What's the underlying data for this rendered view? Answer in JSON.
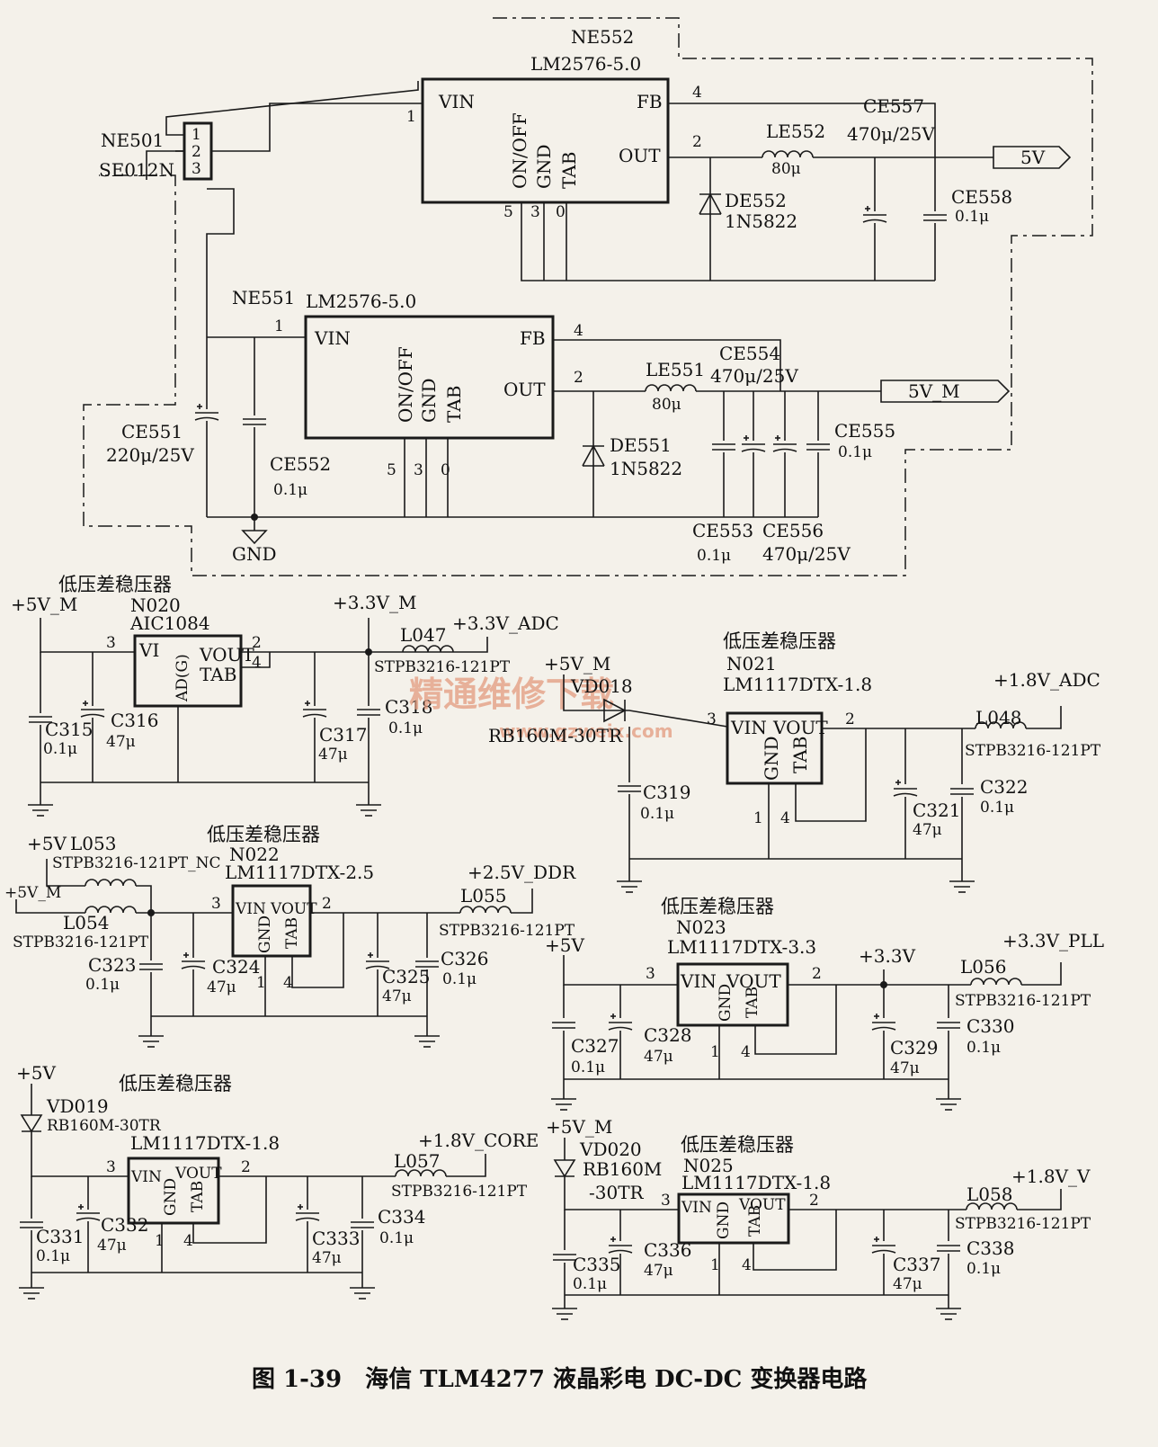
{
  "caption": "图 1-39　海信 TLM4277 液晶彩电 DC-DC 变换器电路",
  "watermark": {
    "text": "精通维修下载",
    "url": "www.gzweix.com"
  },
  "ldo_label": "低压差稳压器",
  "connector": {
    "ref": "NE501",
    "part": "SE012N",
    "pins": [
      "1",
      "2",
      "3"
    ]
  },
  "buck_top": {
    "ref": "NE552",
    "part": "LM2576-5.0",
    "vin": "VIN",
    "fb": "FB",
    "out": "OUT",
    "onoff": "ON/OFF",
    "gnd": "GND",
    "tab": "TAB",
    "pin1": "1",
    "pin4": "4",
    "pin2": "2",
    "pin5": "5",
    "pin3": "3",
    "pin0": "0"
  },
  "buck_bot": {
    "ref": "NE551",
    "part": "LM2576-5.0",
    "vin": "VIN",
    "fb": "FB",
    "out": "OUT",
    "onoff": "ON/OFF",
    "gnd": "GND",
    "tab": "TAB",
    "pin1": "1",
    "pin4": "4",
    "pin2": "2",
    "pin5": "5",
    "pin3": "3",
    "pin0": "0"
  },
  "top_parts": {
    "le552": "LE552",
    "le552v": "80μ",
    "ce557": "CE557",
    "ce557v": "470μ/25V",
    "ce558": "CE558",
    "ce558v": "0.1μ",
    "de552": "DE552",
    "de552v": "1N5822",
    "out": "5V"
  },
  "bot_parts": {
    "le551": "LE551",
    "le551v": "80μ",
    "ce554": "CE554",
    "ce554v": "470μ/25V",
    "ce555": "CE555",
    "ce555v": "0.1μ",
    "de551": "DE551",
    "de551v": "1N5822",
    "ce551": "CE551",
    "ce551v": "220μ/25V",
    "ce552": "CE552",
    "ce552v": "0.1μ",
    "ce553": "CE553",
    "ce553v": "0.1μ",
    "ce556": "CE556",
    "ce556v": "470μ/25V",
    "gnd": "GND",
    "out": "5V_M"
  },
  "n020": {
    "ref": "N020",
    "part": "AIC1084",
    "vi": "VI",
    "vout": "VOUT",
    "tab": "TAB",
    "adg": "AD(G)",
    "p3": "3",
    "p2": "2",
    "p4": "4",
    "in": "+5V_M",
    "out": "+3.3V_M",
    "c315": "C315",
    "c315v": "0.1μ",
    "c316": "C316",
    "c316v": "47μ",
    "c317": "C317",
    "c317v": "47μ",
    "c318": "C318",
    "c318v": "0.1μ",
    "l047": "L047",
    "adc": "+3.3V_ADC",
    "l047p": "STPB3216-121PT"
  },
  "n021": {
    "ref": "N021",
    "part": "LM1117DTX-1.8",
    "vin": "VIN",
    "vout": "VOUT",
    "gnd": "GND",
    "tab": "TAB",
    "p3": "3",
    "p2": "2",
    "p1": "1",
    "p4": "4",
    "in": "+5V_M",
    "vd": "VD018",
    "vdp": "RB160M-30TR",
    "c319": "C319",
    "c319v": "0.1μ",
    "c321": "C321",
    "c321v": "47μ",
    "c322": "C322",
    "c322v": "0.1μ",
    "l048": "L048",
    "l048p": "STPB3216-121PT",
    "out": "+1.8V_ADC"
  },
  "n022": {
    "ref": "N022",
    "part": "LM1117DTX-2.5",
    "vin": "VIN",
    "vout": "VOUT",
    "gnd": "GND",
    "tab": "TAB",
    "p3": "3",
    "p2": "2",
    "p1": "1",
    "p4": "4",
    "in5v": "+5V",
    "l053": "L053",
    "l053p": "STPB3216-121PT_NC",
    "in5vm": "+5V_M",
    "l054": "L054",
    "l054p": "STPB3216-121PT",
    "c323": "C323",
    "c323v": "0.1μ",
    "c324": "C324",
    "c324v": "47μ",
    "c325": "C325",
    "c325v": "47μ",
    "c326": "C326",
    "c326v": "0.1μ",
    "l055": "L055",
    "l055p": "STPB3216-121PT",
    "out": "+2.5V_DDR"
  },
  "n023": {
    "ref": "N023",
    "part": "LM1117DTX-3.3",
    "vin": "VIN",
    "vout": "VOUT",
    "gnd": "GND",
    "tab": "TAB",
    "p3": "3",
    "p2": "2",
    "p1": "1",
    "p4": "4",
    "in": "+5V",
    "mid": "+3.3V",
    "c327": "C327",
    "c327v": "0.1μ",
    "c328": "C328",
    "c328v": "47μ",
    "c329": "C329",
    "c329v": "47μ",
    "c330": "C330",
    "c330v": "0.1μ",
    "l056": "L056",
    "l056p": "STPB3216-121PT",
    "out": "+3.3V_PLL"
  },
  "n024": {
    "part": "LM1117DTX-1.8",
    "vin": "VIN",
    "vout": "VOUT",
    "gnd": "GND",
    "tab": "TAB",
    "p3": "3",
    "p2": "2",
    "p1": "1",
    "p4": "4",
    "in": "+5V",
    "vd": "VD019",
    "vdp": "RB160M-30TR",
    "c331": "C331",
    "c331v": "0.1μ",
    "c332": "C332",
    "c332v": "47μ",
    "c333": "C333",
    "c333v": "47μ",
    "c334": "C334",
    "c334v": "0.1μ",
    "l057": "L057",
    "l057p": "STPB3216-121PT",
    "out": "+1.8V_CORE"
  },
  "n025": {
    "ref": "N025",
    "part": "LM1117DTX-1.8",
    "vin": "VIN",
    "vout": "VOUT",
    "gnd": "GND",
    "tab": "TAB",
    "p3": "3",
    "p2": "2",
    "p1": "1",
    "p4": "4",
    "in": "+5V_M",
    "vd": "VD020",
    "vdp1": "RB160M",
    "vdp2": "-30TR",
    "c335": "C335",
    "c335v": "0.1μ",
    "c336": "C336",
    "c336v": "47μ",
    "c337": "C337",
    "c337v": "47μ",
    "c338": "C338",
    "c338v": "0.1μ",
    "l058": "L058",
    "l058p": "STPB3216-121PT",
    "out": "+1.8V_V"
  }
}
